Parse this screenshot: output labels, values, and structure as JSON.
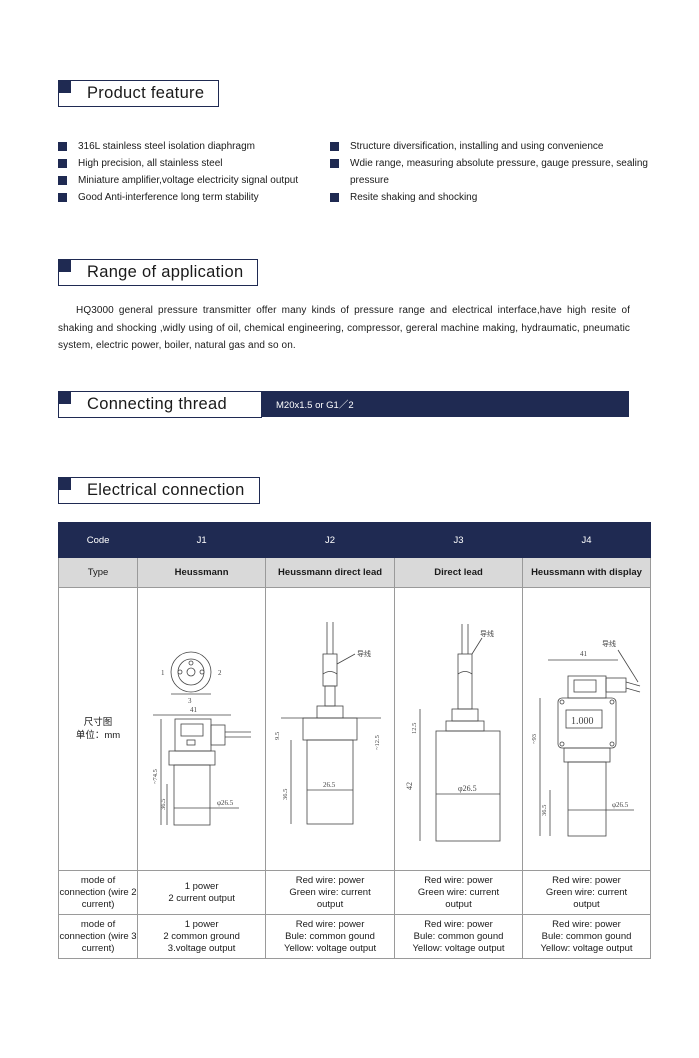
{
  "feature": {
    "title": "Product feature",
    "left": [
      "316L stainless steel isolation diaphragm",
      "High precision, all stainless steel",
      "Miniature amplifier,voltage electricity signal output",
      "Good Anti-interference long term stability"
    ],
    "right": [
      "Structure diversification, installing and using convenience",
      "Wdie range, measuring absolute pressure, gauge pressure, sealing pressure",
      "Resite shaking and shocking"
    ]
  },
  "application": {
    "title": "Range of application",
    "text": "HQ3000 general pressure transmitter offer many kinds of pressure range and electrical interface,have high resite of shaking and shocking ,widly using of oil, chemical engineering, compressor, gereral machine making, hydraumatic, pneumatic system, electric power, boiler, natural gas and so on."
  },
  "thread": {
    "title": "Connecting thread",
    "value": "M20x1.5 or G1／2"
  },
  "electrical": {
    "title": "Electrical connection",
    "header": [
      "Code",
      "J1",
      "J2",
      "J3",
      "J4"
    ],
    "types": [
      "Type",
      "Heussmann",
      "Heussmann direct lead",
      "Direct lead",
      "Heussmann with display"
    ],
    "dim_label_1": "尺寸图",
    "dim_label_2": "单位：mm",
    "drawing_text": {
      "j1_41": "41",
      "j1_1": "1",
      "j1_2": "2",
      "j1_3": "3",
      "j1_745": "~74.5",
      "j1_365": "36.5",
      "j1_phi": "φ26.5",
      "j2_wire": "导线",
      "j2_95": "9.5",
      "j2_125": "~12.5",
      "j2_365": "36.5",
      "j2_265": "26.5",
      "j3_wire": "导线",
      "j3_125": "12.5",
      "j3_42": "42",
      "j3_phi": "φ26.5",
      "j4_41": "41",
      "j4_lead": "导线",
      "j4_93": "~93",
      "j4_365": "36.5",
      "j4_phi": "φ26.5",
      "j4_display": "1.000"
    },
    "wire2": {
      "label": "mode of connection (wire 2 current)",
      "j1": [
        "1 power",
        "2 current output"
      ],
      "j2": [
        "Red wire: power",
        "Green wire: current",
        "output"
      ],
      "j3": [
        "Red wire: power",
        "Green wire: current",
        "output"
      ],
      "j4": [
        "Red wire: power",
        "Green wire: current",
        "output"
      ]
    },
    "wire3": {
      "label": "mode of connection (wire 3 current)",
      "j1": [
        "1 power",
        "2 common ground",
        "3.voltage output"
      ],
      "j2": [
        "Red wire: power",
        "Bule: common gound",
        "Yellow: voltage output"
      ],
      "j3": [
        "Red wire: power",
        "Bule: common gound",
        "Yellow: voltage output"
      ],
      "j4": [
        "Red wire: power",
        "Bule: common gound",
        "Yellow: voltage output"
      ]
    }
  }
}
